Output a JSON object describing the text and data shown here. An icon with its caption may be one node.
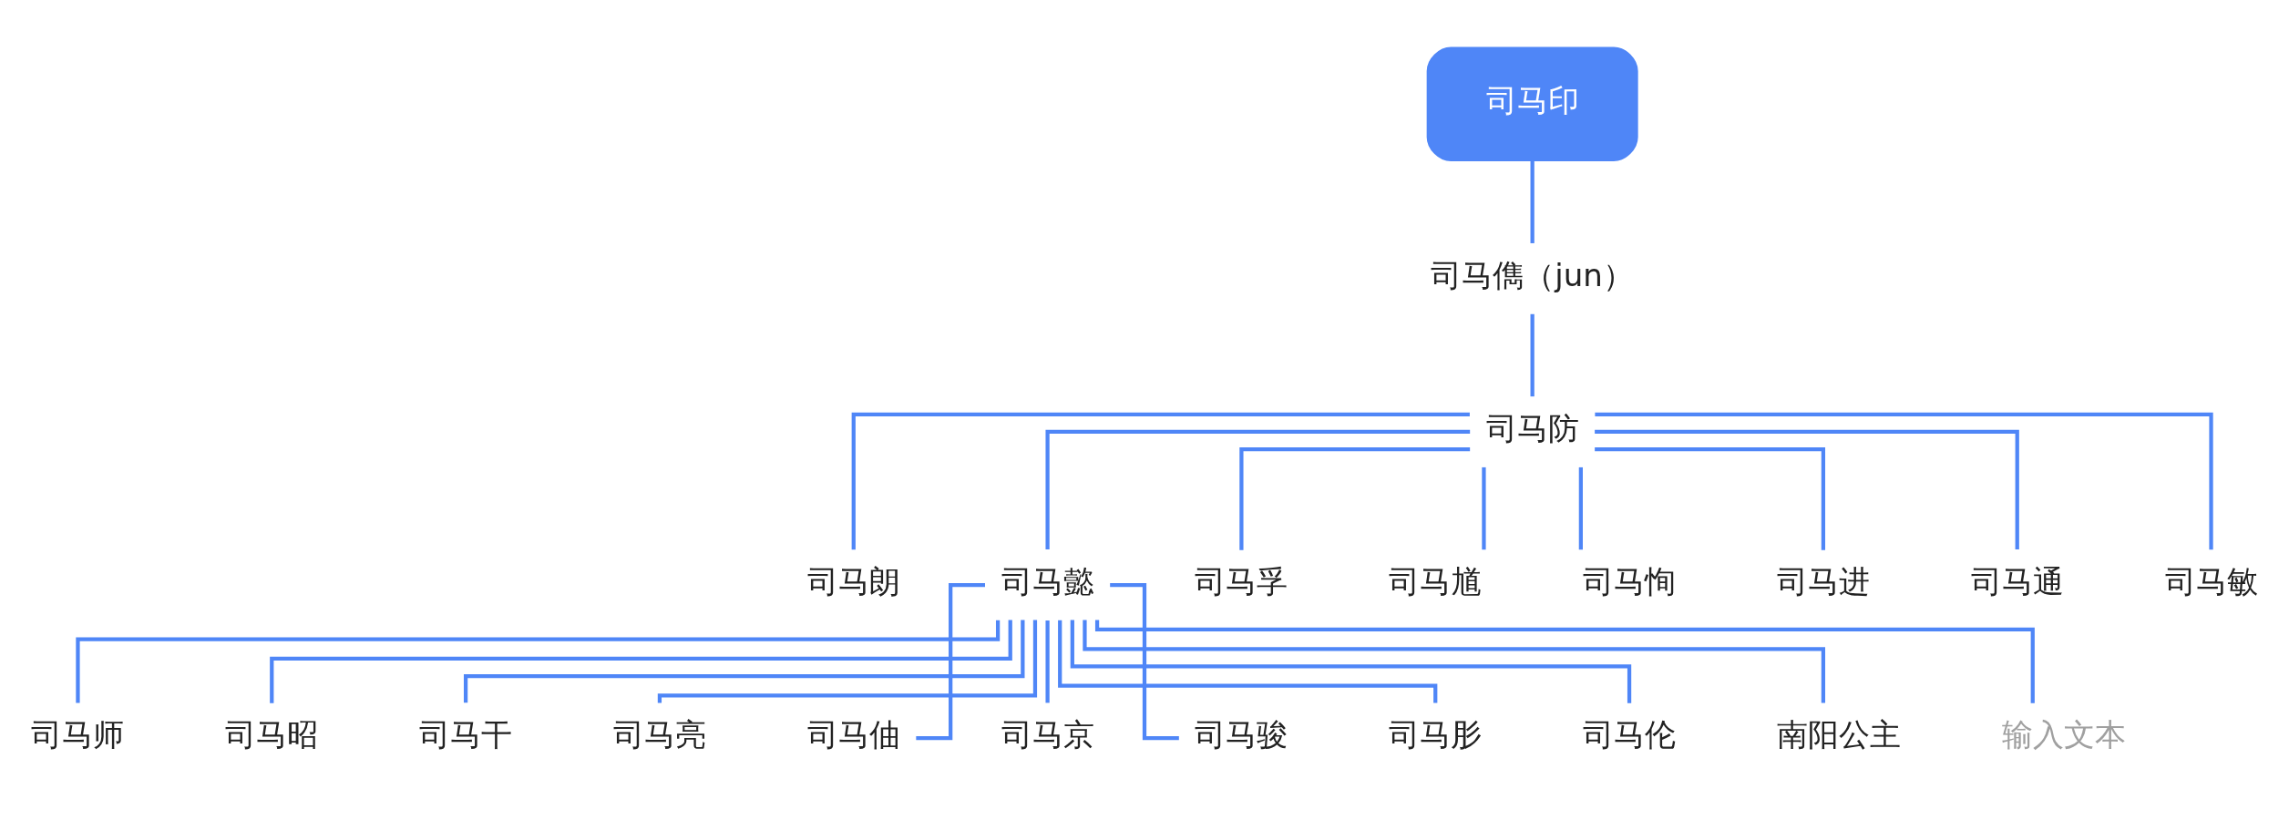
{
  "diagram": {
    "nodes": [
      {
        "text": [
          "司马印"
        ]
      },
      {
        "text": [
          "司马儁（jun）"
        ]
      },
      {
        "text": [
          "司马防"
        ]
      },
      {
        "text": [
          "司马朗"
        ]
      },
      {
        "text": [
          "司马懿"
        ]
      },
      {
        "text": [
          "司马孚"
        ]
      },
      {
        "text": [
          "司马馗"
        ]
      },
      {
        "text": [
          "司马恂"
        ]
      },
      {
        "text": [
          "司马进"
        ]
      },
      {
        "text": [
          "司马通"
        ]
      },
      {
        "text": [
          "司马敏"
        ]
      },
      {
        "text": [
          "司马师"
        ]
      },
      {
        "text": [
          "司马昭"
        ]
      },
      {
        "text": [
          "司马干"
        ]
      },
      {
        "text": [
          "司马亮"
        ]
      },
      {
        "text": [
          "司马伷"
        ]
      },
      {
        "text": [
          "司马京"
        ]
      },
      {
        "text": [
          "司马骏"
        ]
      },
      {
        "text": [
          "司马肜"
        ]
      },
      {
        "text": [
          "司马伦"
        ]
      },
      {
        "text": [
          "南阳公主"
        ]
      },
      {
        "text": [
          "输入文本"
        ]
      }
    ],
    "edges": [
      {
        "from": 0,
        "to": 1,
        "arrow": "none"
      },
      {
        "from": 1,
        "to": 2,
        "arrow": "none"
      },
      {
        "from": 2,
        "to": 3,
        "arrow": "none"
      },
      {
        "from": 2,
        "to": 4,
        "arrow": "none"
      },
      {
        "from": 2,
        "to": 5,
        "arrow": "none"
      },
      {
        "from": 2,
        "to": 6,
        "arrow": "none"
      },
      {
        "from": 2,
        "to": 7,
        "arrow": "none"
      },
      {
        "from": 2,
        "to": 8,
        "arrow": "none"
      },
      {
        "from": 2,
        "to": 9,
        "arrow": "none"
      },
      {
        "from": 2,
        "to": 10,
        "arrow": "none"
      },
      {
        "from": 4,
        "to": 11,
        "arrow": "none"
      },
      {
        "from": 4,
        "to": 12,
        "arrow": "none"
      },
      {
        "from": 4,
        "to": 13,
        "arrow": "none"
      },
      {
        "from": 4,
        "to": 14,
        "arrow": "none"
      },
      {
        "from": 4,
        "to": 15,
        "arrow": "none"
      },
      {
        "from": 4,
        "to": 16,
        "arrow": "none"
      },
      {
        "from": 4,
        "to": 17,
        "arrow": "none"
      },
      {
        "from": 4,
        "to": 18,
        "arrow": "none"
      },
      {
        "from": 4,
        "to": 19,
        "arrow": "none"
      },
      {
        "from": 4,
        "to": 20,
        "arrow": "none"
      },
      {
        "from": 4,
        "to": 21,
        "arrow": "none"
      }
    ]
  }
}
